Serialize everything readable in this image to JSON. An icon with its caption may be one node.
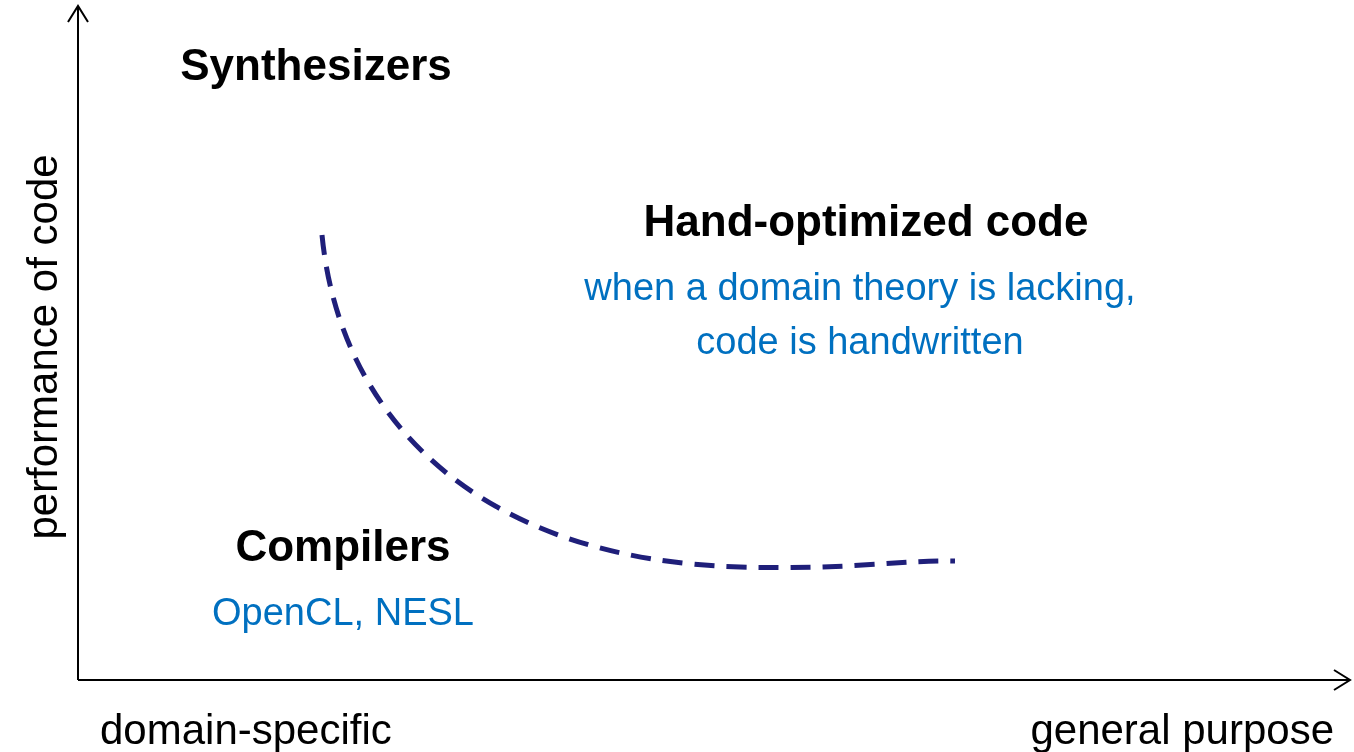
{
  "diagram": {
    "labels": [
      "Synthesizers",
      "Hand-optimized code",
      "when a domain theory is lacking, code is handwritten",
      "Compilers",
      "OpenCL, NESL",
      "performance of code",
      "domain-specific",
      "general purpose"
    ]
  }
}
